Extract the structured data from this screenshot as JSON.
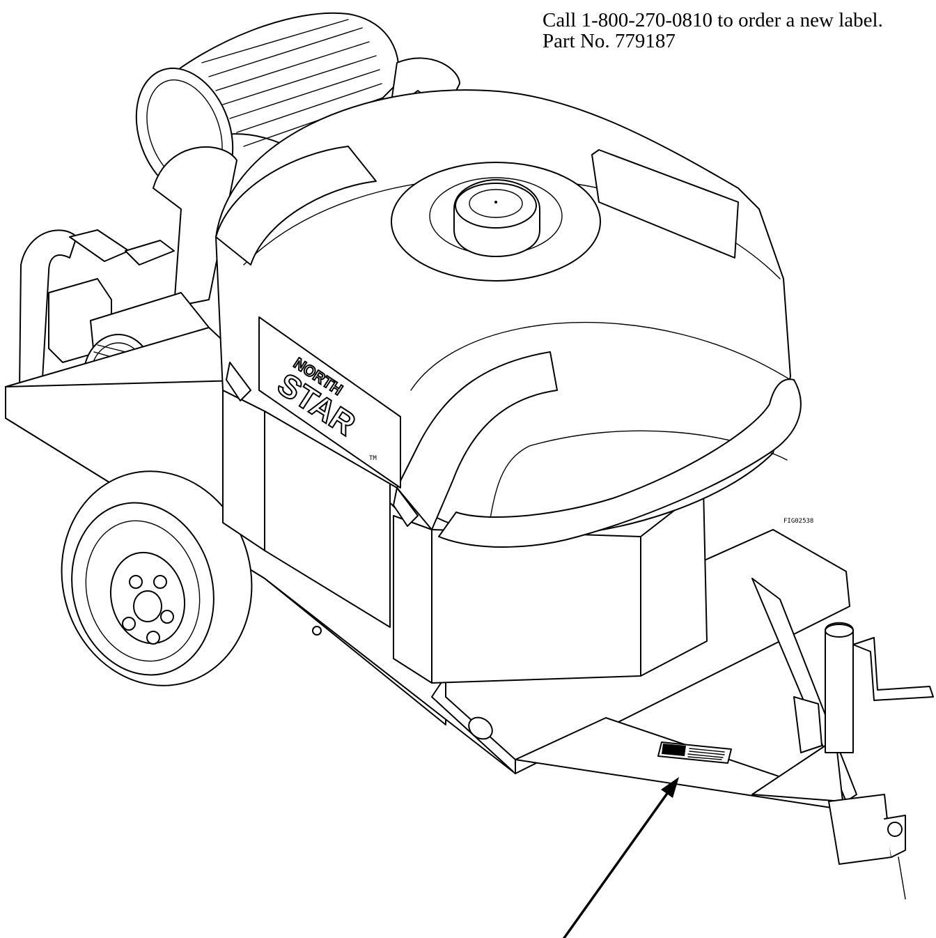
{
  "caption": {
    "line1": "Call 1-800-270-0810 to order a new label.",
    "line2": "Part No. 779187"
  },
  "figure_code": "FIG02538",
  "logo": {
    "word_top": "NORTH",
    "word_bottom": "STAR",
    "trademark": "TM"
  }
}
